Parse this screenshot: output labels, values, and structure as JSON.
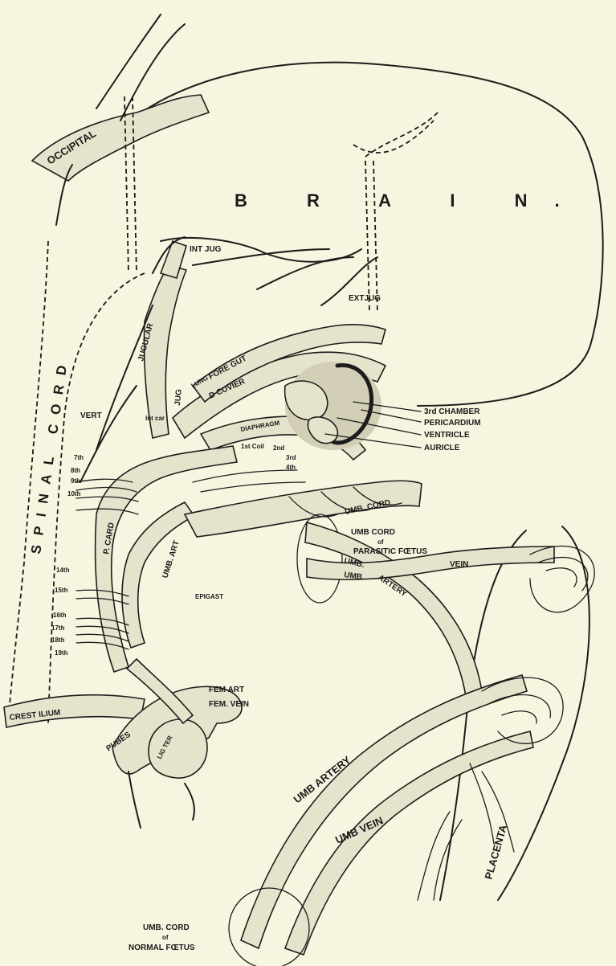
{
  "figure": {
    "labels": {
      "occipital": "OCCIPITAL",
      "brain": "B R A I N.",
      "spinal_cord": "SPINAL CORD",
      "int_jug": "INT JUG",
      "ext_jug": "EXTJUG",
      "jugular": "JUGULAR",
      "jug": "JUG",
      "lung": "LUNG",
      "fore_gut": "FORE GUT",
      "d_cuvier": "D CUVIER",
      "diaphragm": "DIAPHRAGM",
      "third_chamber": "3rd CHAMBER",
      "pericardium": "PERICARDIUM",
      "ventricle": "VENTRICLE",
      "auricle": "AURICLE",
      "vert": "VERT",
      "int_car": "Int car",
      "first_coil": "1st Coil",
      "second": "2nd",
      "third": "3rd",
      "fourth": "4th",
      "rib_7": "7th",
      "rib_8": "8th",
      "rib_9": "9th",
      "rib_10": "10th",
      "rib_14": "14th",
      "rib_15": "15th",
      "rib_16": "16th",
      "rib_17": "17th",
      "rib_18": "18th",
      "rib_19": "19th",
      "umb_cord": "UMB. CORD",
      "p_card": "P. CARD",
      "umb_art": "UMB. ART",
      "epigast": "EPIGAST",
      "fem_art": "FEM ART",
      "fem_vein": "FEM. VEIN",
      "crest_ilium": "CREST ILIUM",
      "pubes": "PUBES",
      "lig_ter": "LIG TER",
      "umb_cord_parasitic_line1": "UMB CORD",
      "umb_cord_parasitic_line2": "of",
      "umb_cord_parasitic_line3": "PARASITIC FŒTUS",
      "umb_top": "UMB.",
      "umb_lower": "UMB.",
      "artery_upper": "ARTERY",
      "vein_upper": "VEIN",
      "umb_artery": "UMB ARTERY",
      "umb_vein": "UMB VEIN",
      "placenta": "PLACENTA",
      "umb_cord_normal_line1": "UMB. CORD",
      "umb_cord_normal_line2": "of",
      "umb_cord_normal_line3": "NORMAL FŒTUS"
    }
  }
}
